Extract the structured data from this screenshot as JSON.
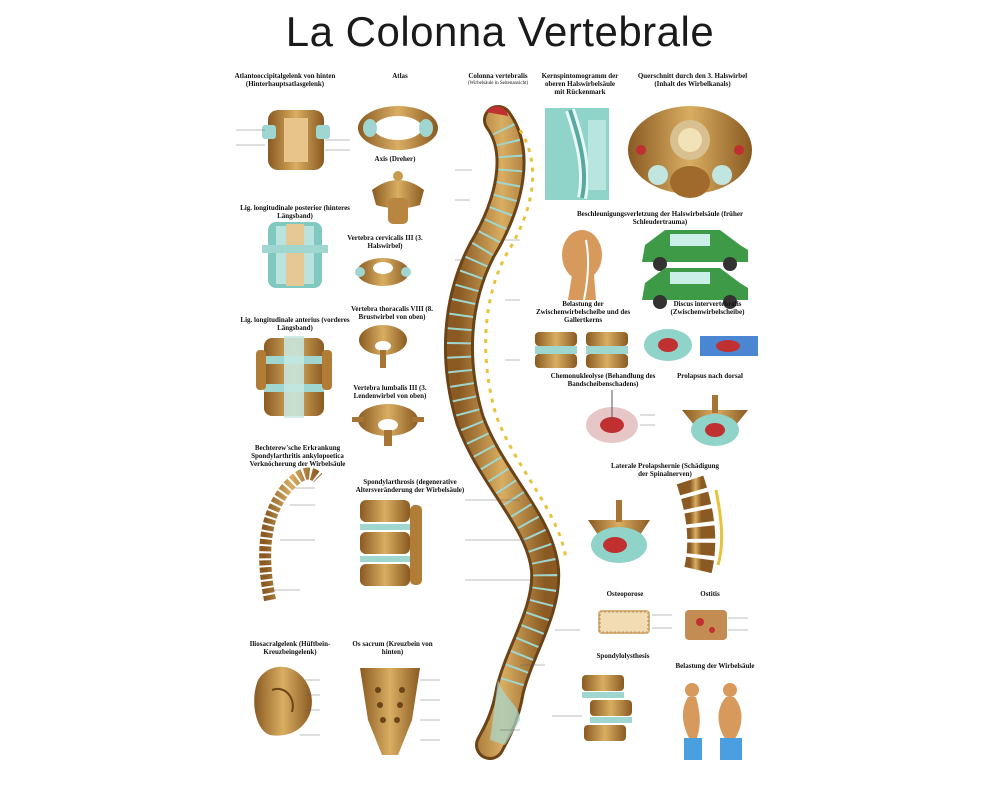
{
  "poster": {
    "title": "La Colonna Vertebrale",
    "captions": {
      "atlanto": "Atlantooccipitalgelenk von hinten (Hinterhauptsatlasgelenk)",
      "atlas": "Atlas",
      "colonna": "Colonna vertebralis",
      "colonna_sub": "(Wirbelsäule in Seitenansicht)",
      "kernspin": "Kernspintomogramm der oberen Halswirbelsäule mit Rückenmark",
      "querschnitt": "Querschnitt durch den 3. Halswirbel (Inhalt des Wirbelkanals)",
      "axis": "Axis (Dreher)",
      "lig_post": "Lig. longitudinale posterior (hinteres Längsband)",
      "beschleunigung": "Beschleunigungsverletzung der Halswirbelsäule (früher Schleudertrauma)",
      "vert_cerv": "Vertebra cervicalis III (3. Halswirbel)",
      "belastung_zw": "Belastung der Zwischenwirbelscheibe und des Gallertkerns",
      "discus": "Discus intervertebralis (Zwischenwirbelscheibe)",
      "lig_ant": "Lig. longitudinale anterius (vorderes Längsband)",
      "vert_thor": "Vertebra thoracalis VIII (8. Brustwirbel von oben)",
      "vert_lumb": "Vertebra lumbalis III (3. Lendenwirbel von oben)",
      "chemo": "Chemonukleolyse (Behandlung des Bandscheibenschadens)",
      "prolaps": "Prolapsus nach dorsal",
      "bechterew": "Bechterew'sche Erkrankung Spondylarthritis ankylopoetica Verknöcherung der Wirbelsäule",
      "spondylarthrose": "Spondylarthrosis (degenerative Altersveränderung der Wirbelsäule)",
      "lateral": "Laterale Prolapshernie (Schädigung der Spinalnerven)",
      "osteoporose": "Osteoporose",
      "ostitis": "Ostitis",
      "ileosakral": "Iliosacralgelenk (Hüftbein- Kreuzbeingelenk)",
      "sacrum": "Os sacrum (Kreuzbein von hinten)",
      "spondylolysthesis": "Spondylolysthesis",
      "belastung_ws": "Belastung der Wirbelsäule"
    },
    "colors": {
      "bone": "#c99a4e",
      "bone_dark": "#8a5a22",
      "disc": "#9fd6d0",
      "nerve": "#e8c23a",
      "red": "#c03030",
      "car": "#3f9a48"
    }
  }
}
